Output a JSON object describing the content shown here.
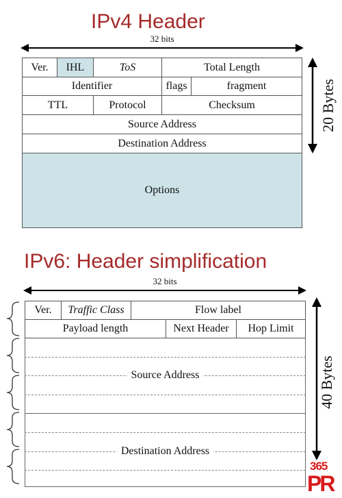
{
  "ipv4": {
    "title": "IPv4 Header",
    "width_label": "32 bits",
    "height_label": "20 Bytes",
    "fields": {
      "version": "Ver.",
      "ihl": "IHL",
      "tos": "ToS",
      "total_length": "Total Length",
      "identifier": "Identifier",
      "flags": "flags",
      "fragment": "fragment",
      "ttl": "TTL",
      "protocol": "Protocol",
      "checksum": "Checksum",
      "source_address": "Source Address",
      "destination_address": "Destination Address",
      "options": "Options"
    },
    "colors": {
      "highlight": "#cde3e8"
    }
  },
  "ipv6": {
    "title": "IPv6: Header simplification",
    "width_label": "32 bits",
    "height_label": "40 Bytes",
    "fields": {
      "version": "Ver.",
      "traffic_class": "Traffic Class",
      "flow_label": "Flow label",
      "payload_length": "Payload length",
      "next_header": "Next Header",
      "hop_limit": "Hop Limit",
      "source_address": "Source Address",
      "destination_address": "Destination Address"
    }
  },
  "logo": {
    "number": "365",
    "letters": "PR"
  },
  "colors": {
    "title": "#a52a2a",
    "logo": "#d81a1a"
  }
}
